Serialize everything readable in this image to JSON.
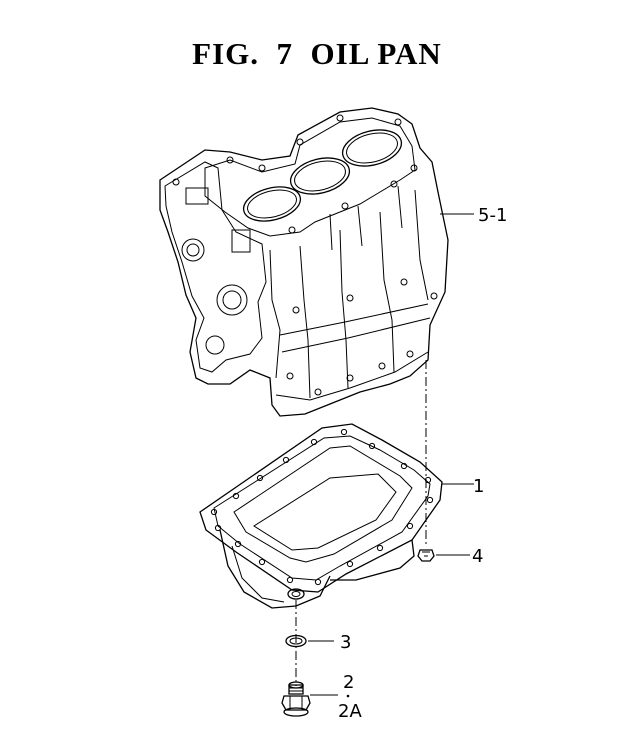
{
  "title": "FIG.  7  OIL PAN",
  "callouts": {
    "block": "5-1",
    "pan": "1",
    "bolt": "4",
    "gasket": "3",
    "plug_top": "2",
    "plug_bottom": "2A"
  }
}
